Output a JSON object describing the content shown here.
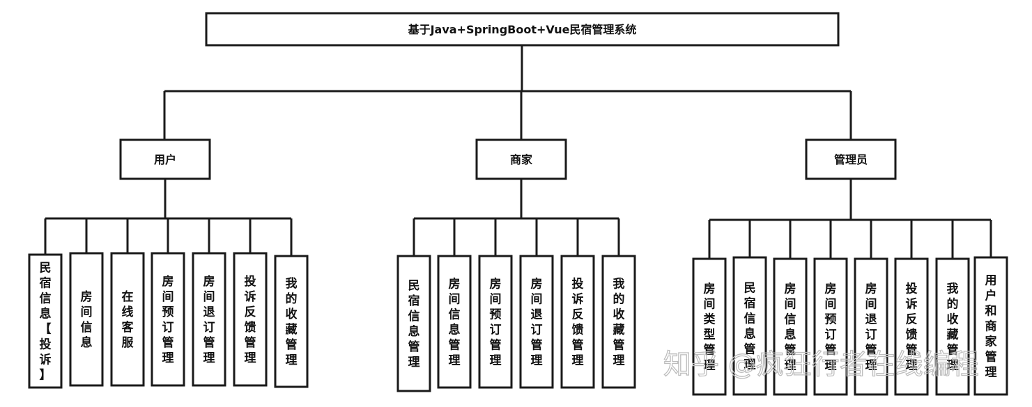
{
  "root": {
    "label": "基于Java+SpringBoot+Vue民宿管理系统"
  },
  "roles": [
    {
      "label": "用户",
      "modules": [
        "民宿信息【投诉】",
        "房间信息",
        "在线客服",
        "房间预订管理",
        "房间退订管理",
        "投诉反馈管理",
        "我的收藏管理"
      ]
    },
    {
      "label": "商家",
      "modules": [
        "民宿信息管理",
        "房间信息管理",
        "房间预订管理",
        "房间退订管理",
        "投诉反馈管理",
        "我的收藏管理"
      ]
    },
    {
      "label": "管理员",
      "modules": [
        "房间类型管理",
        "民宿信息管理",
        "房间信息管理",
        "房间预订管理",
        "房间退订管理",
        "投诉反馈管理",
        "我的收藏管理",
        "用户和商家管理"
      ]
    }
  ],
  "watermark": {
    "text": "知乎 @疯狂行者在线编程"
  },
  "colors": {
    "line": "#1a1a1a",
    "background": "#ffffff",
    "watermark": "#bdbdbd"
  }
}
